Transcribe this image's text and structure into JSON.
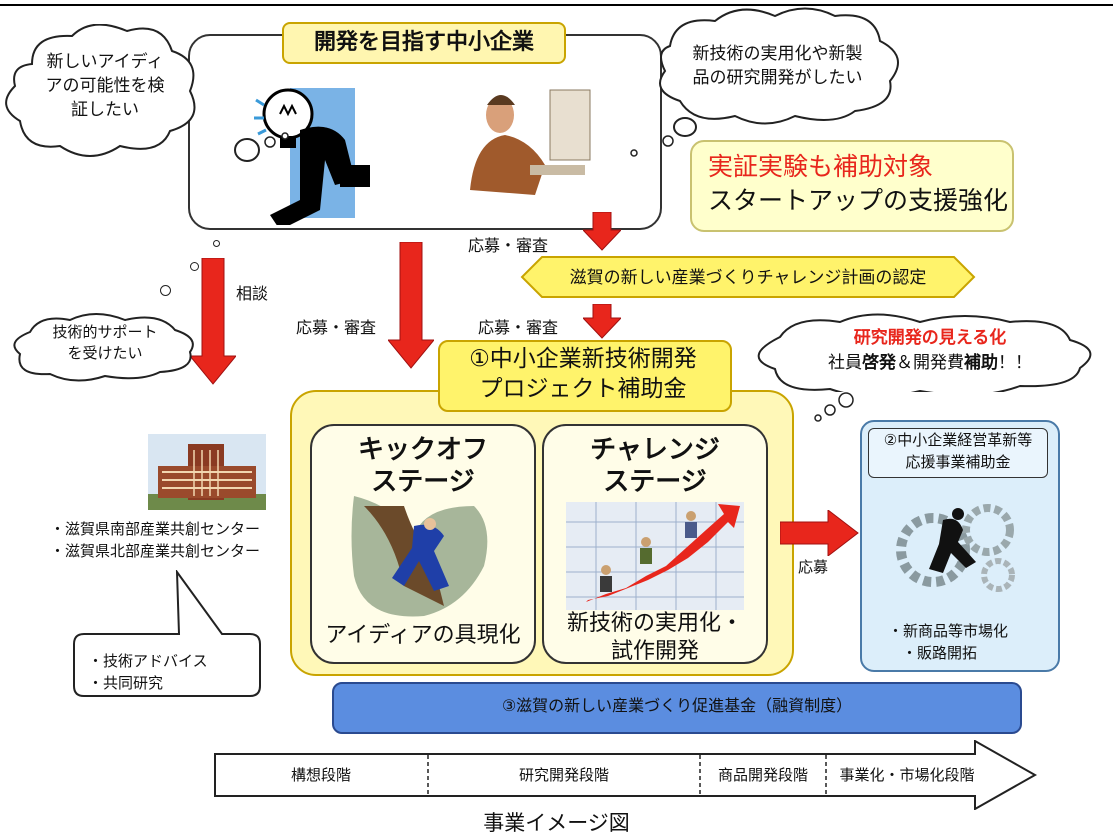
{
  "top_box": {
    "title": "開発を目指す中小企業"
  },
  "bubbles": {
    "left": [
      "新しいアイディ",
      "アの可能性を検",
      "証したい"
    ],
    "right": [
      "新技術の実用化や新製",
      "品の研究開発がしたい"
    ],
    "support": [
      "技術的サポート",
      "を受けたい"
    ],
    "research_red": "研究開発の見える化",
    "research_line2_parts": [
      "社員",
      "啓発",
      "＆開発費",
      "補助",
      "！！"
    ]
  },
  "highlight": {
    "line1": "実証実験も補助対象",
    "line2": "スタートアップの支援強化"
  },
  "labels": {
    "apply_review": "応募・審査",
    "consult": "相談",
    "apply": "応募"
  },
  "plan_certification": "滋賀の新しい産業づくりチャレンジ計画の認定",
  "subsidy_main": {
    "line1": "①中小企業新技術開発",
    "line2": "プロジェクト補助金"
  },
  "stages": {
    "kickoff": {
      "title": [
        "キックオフ",
        "ステージ"
      ],
      "desc": [
        "アイディアの具現化"
      ]
    },
    "challenge": {
      "title": [
        "チャレンジ",
        "ステージ"
      ],
      "desc": [
        "新技術の実用化・",
        "試作開発"
      ]
    }
  },
  "centers": [
    "滋賀県南部産業共創センター",
    "滋賀県北部産業共創センター"
  ],
  "advice": [
    "技術アドバイス",
    "共同研究"
  ],
  "subsidy_two": {
    "title": [
      "②中小企業経営革新等",
      "応援事業補助金"
    ],
    "items": [
      "新商品等市場化",
      "販路開拓"
    ]
  },
  "fund": "③滋賀の新しい産業づくり促進基金（融資制度）",
  "timeline": [
    "構想段階",
    "研究開発段階",
    "商品開発段階",
    "事業化・市場化段階"
  ],
  "caption": "事業イメージ図",
  "colors": {
    "arrow_red": "#e8261c",
    "yellow_box": "#fff6b0",
    "yellow_border": "#c9a400",
    "blue_bar": "#5b8de0",
    "light_blue": "#dceefa",
    "red_text": "#e8261c"
  }
}
